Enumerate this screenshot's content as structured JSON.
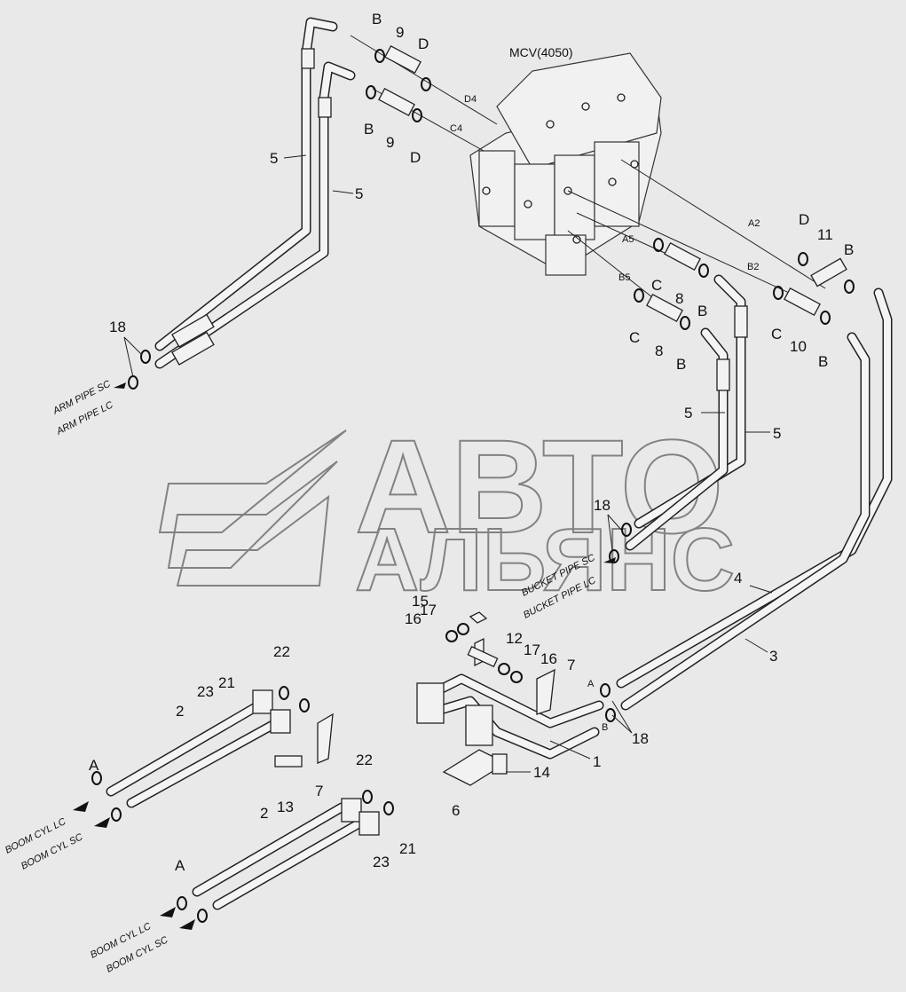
{
  "watermark": {
    "line1": "АВТО",
    "line2": "АЛЬЯНС"
  },
  "valve": {
    "name": "MCV(4050)",
    "ports": [
      "D4",
      "C4",
      "A2",
      "A5",
      "B2",
      "B5"
    ]
  },
  "hose_ends": {
    "arm_pipe_sc": "ARM PIPE SC",
    "arm_pipe_lc": "ARM PIPE LC",
    "bucket_pipe_sc": "BUCKET PIPE SC",
    "bucket_pipe_lc": "BUCKET PIPE LC",
    "boom_cyl_lc": "BOOM CYL LC",
    "boom_cyl_sc": "BOOM CYL SC"
  },
  "pipe_ports": {
    "a": "A",
    "b": "B"
  },
  "callouts": {
    "c1": "1",
    "c2": "2",
    "c3": "3",
    "c4": "4",
    "c5": "5",
    "c6": "6",
    "c7": "7",
    "c8": "8",
    "c9": "9",
    "c10": "10",
    "c11": "11",
    "c12": "12",
    "c13": "13",
    "c14": "14",
    "c15": "15",
    "c16": "16",
    "c17": "17",
    "c18": "18",
    "c21": "21",
    "c22": "22",
    "c23": "23",
    "A": "A",
    "B": "B",
    "C": "C",
    "D": "D"
  },
  "colors": {
    "background": "#e9e9e9",
    "line": "#222222",
    "watermark": "#777777"
  }
}
